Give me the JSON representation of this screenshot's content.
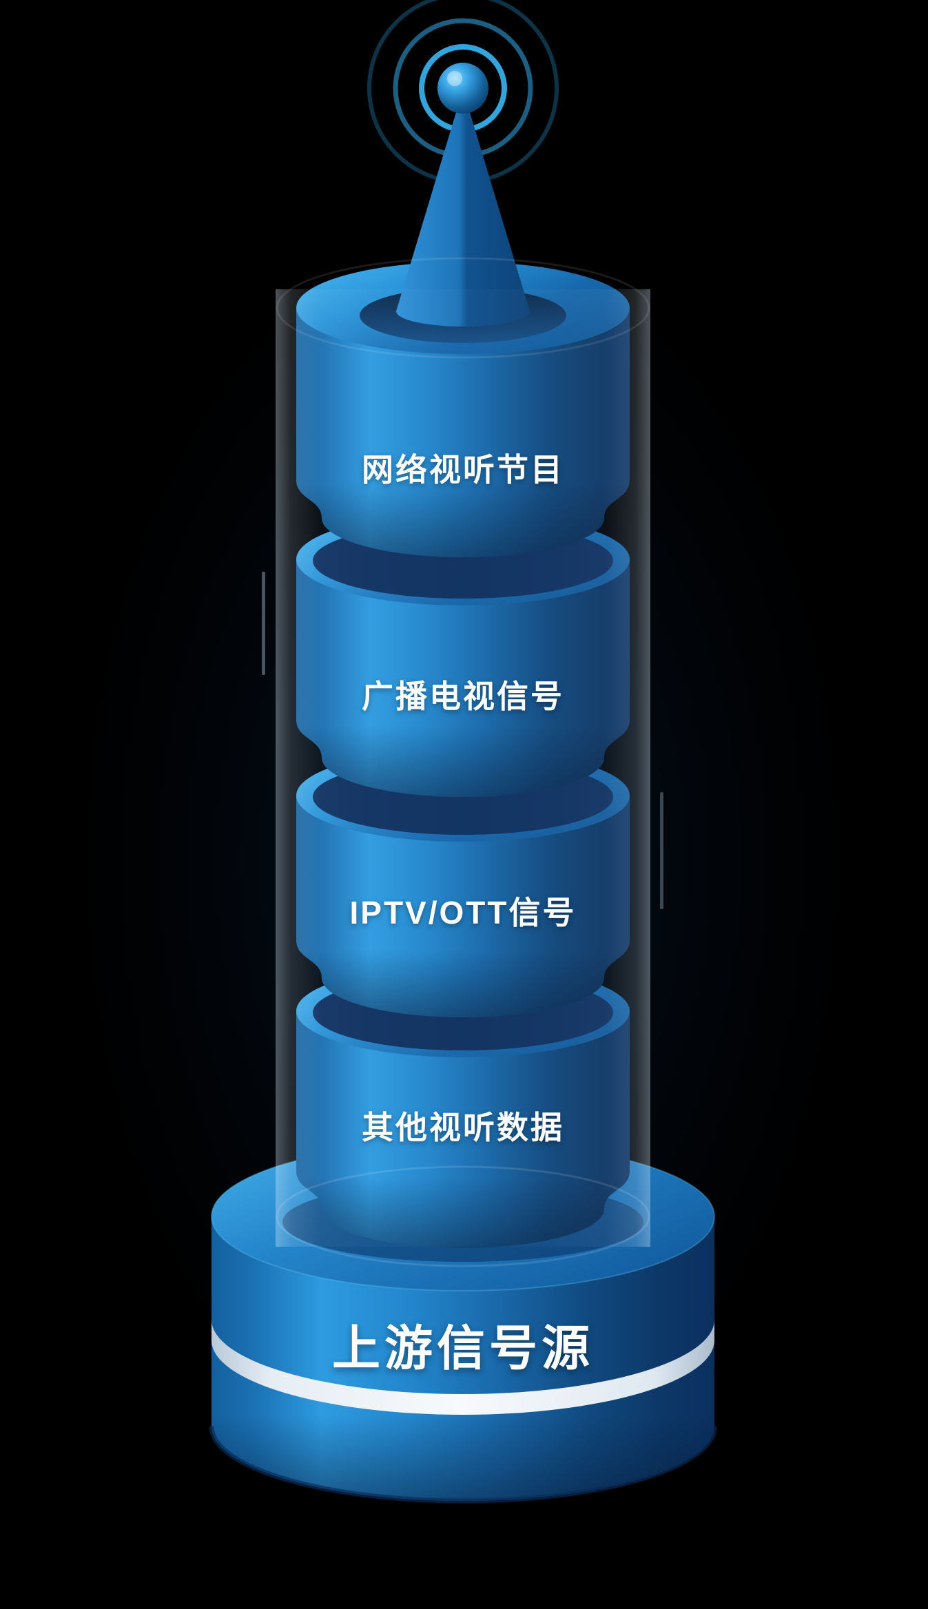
{
  "diagram": {
    "name": "upstream-signal-source-tower",
    "type": "stacked-cylinder-tower",
    "antenna": {
      "icon": "broadcast-antenna-icon"
    },
    "segments": [
      {
        "label": "网络视听节目"
      },
      {
        "label": "广播电视信号"
      },
      {
        "label": "IPTV/OTT信号"
      },
      {
        "label": "其他视听数据"
      }
    ],
    "base": {
      "label": "上游信号源"
    },
    "colors": {
      "background": "#000000",
      "bright_blue": "#2e9be0",
      "mid_blue": "#1c74b8",
      "dark_navy": "#0b3060",
      "ring_blue": "#35aee8",
      "stripe_white": "#f4f8fb",
      "text": "#ffffff"
    }
  }
}
